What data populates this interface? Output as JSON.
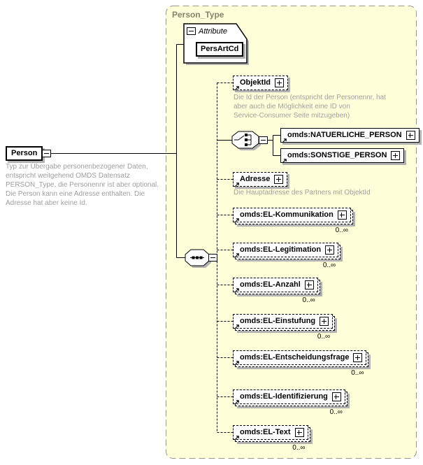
{
  "colors": {
    "container_fill": "#ffffda",
    "container_border": "#98988a",
    "box_shadow": "#b2b2b2",
    "description_text": "#9f9f9f",
    "title_text": "#84846c",
    "line": "#000000"
  },
  "schema": {
    "container_title": "Person_Type",
    "root": {
      "label": "Person",
      "description": "Typ zur Übergabe personenbezogener Daten,\nentspricht weitgehend OMDS Datensatz\nPERSON_Type, die Personennr ist aber optional.\nDie Person kann eine Adresse enthalten. Die\nAdresse hat aber keine Id."
    },
    "attribute_section": {
      "label": "Attribute",
      "attributes": [
        {
          "label": "PersArtCd"
        }
      ]
    },
    "indicators": {
      "sequence": "sequence-indicator",
      "choice": "choice-indicator"
    },
    "children": [
      {
        "label": "ObjektId",
        "optional": true,
        "description": "Die Id der Person (entspricht der Personennr, hat\naber auch die Möglichkeit eine ID von\nService-Consumer Seite mitzugeben)"
      },
      {
        "label": "omds:NATUERLICHE_PERSON"
      },
      {
        "label": "omds:SONSTIGE_PERSON"
      },
      {
        "label": "Adresse",
        "optional": true,
        "description": "Die Hauptadresse des Partners mit ObjektId"
      },
      {
        "label": "omds:EL-Kommunikation",
        "occurrence": "0..∞"
      },
      {
        "label": "omds:EL-Legitimation",
        "occurrence": "0..∞"
      },
      {
        "label": "omds:EL-Anzahl",
        "occurrence": "0..∞"
      },
      {
        "label": "omds:EL-Einstufung",
        "occurrence": "0..∞"
      },
      {
        "label": "omds:EL-Entscheidungsfrage",
        "occurrence": "0..∞"
      },
      {
        "label": "omds:EL-Identifizierung",
        "occurrence": "0..∞"
      },
      {
        "label": "omds:EL-Text",
        "occurrence": "0..∞"
      }
    ]
  }
}
